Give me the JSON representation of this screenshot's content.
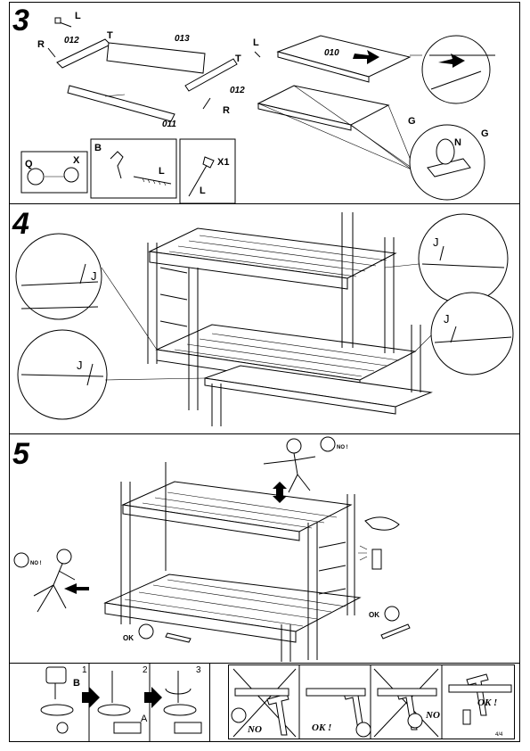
{
  "steps": {
    "step3": "3",
    "step4": "4",
    "step5": "5"
  },
  "step3": {
    "parts": {
      "p012a": "012",
      "p013": "013",
      "p011": "011",
      "p012b": "012",
      "p010": "010"
    },
    "fasteners": {
      "L1": "L",
      "R1": "R",
      "T1": "T",
      "L2": "L",
      "T2": "T",
      "R2": "R",
      "G1": "G",
      "G2": "G",
      "N": "N"
    },
    "hardware": {
      "Q": "Q",
      "X": "X",
      "B": "B",
      "L3": "L",
      "X1": "X1",
      "L4": "L"
    }
  },
  "step4": {
    "labels": {
      "J1": "J",
      "J2": "J",
      "J3": "J",
      "J4": "J"
    }
  },
  "step5": {
    "warnings": {
      "no1": "NO !",
      "no2": "NO !",
      "ok1": "OK",
      "ok2": "OK"
    }
  },
  "footer": {
    "sub1": "1",
    "sub2": "2",
    "sub3": "3",
    "B": "B",
    "A": "A",
    "no1": "NO",
    "ok1": "OK !",
    "no2": "NO",
    "ok2": "OK !",
    "page": "4/4"
  }
}
